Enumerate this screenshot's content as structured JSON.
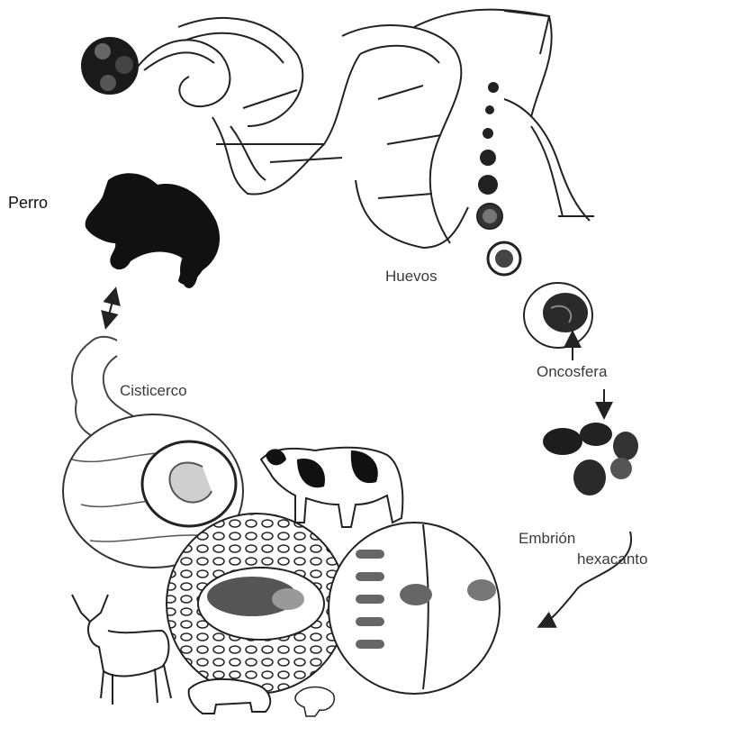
{
  "labels": {
    "perro": "Perro",
    "huevos": "Huevos",
    "oncosfera": "Oncosfera",
    "cisticerco": "Cisticerco",
    "embrion_line1": "Embrión",
    "embrion_line2": "hexacanto"
  },
  "icons": [
    "tapeworm-scolex-icon",
    "tapeworm-strobila-icon",
    "dog-icon",
    "egg-icon",
    "oncosphere-icon",
    "embryo-icon",
    "cow-icon",
    "deer-icon",
    "pig-icon",
    "sheep-icon",
    "cyst-icon",
    "intestine-tissue-icon"
  ],
  "colors": {
    "ink": "#111111",
    "label": "#3a3a3a",
    "background": "#ffffff"
  }
}
